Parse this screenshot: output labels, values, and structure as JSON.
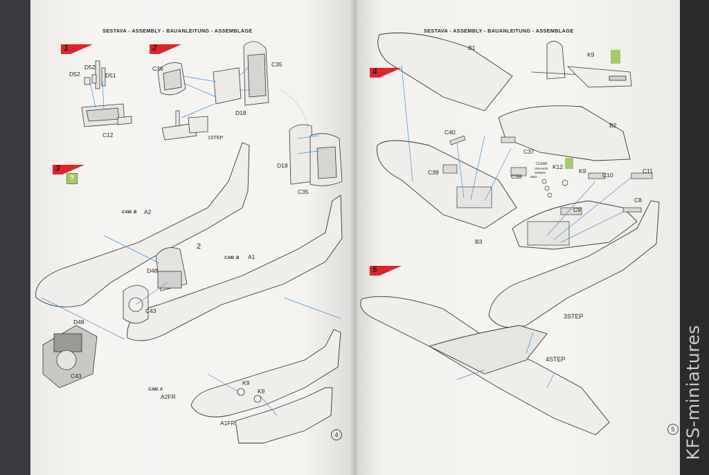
{
  "header": {
    "left": "SESTAVA - ASSEMBLY - BAUANLEITUNG - ASSEMBLAGE",
    "right": "SESTAVA - ASSEMBLY - BAUANLEITUNG - ASSEMBLAGE"
  },
  "steps": {
    "s1": "1",
    "s2": "2",
    "s3": "3",
    "s4": "4",
    "s5": "5"
  },
  "subrefs": {
    "step1": "1STEP",
    "step2": "2",
    "step3": "3STEP",
    "step4": "4STEP"
  },
  "parts": {
    "d52a": "D52",
    "d52b": "D52",
    "d51": "D51",
    "c12": "C12",
    "c36": "C36",
    "c35a": "C35",
    "d18a": "D18",
    "d18b": "D18",
    "c35b": "C35",
    "a2": "A2",
    "cam_b_a2": "CAM. B",
    "a1": "A1",
    "cam_b_a1": "CAM. B",
    "d48a": "D48",
    "c43a": "C43",
    "d48b": "D48",
    "c43b": "C43",
    "cam_a": "CAM. A",
    "a2fr": "A2FR",
    "k9a": "K9",
    "k9b": "K9",
    "a1fr": "A1FR",
    "b1": "B1",
    "k9c": "K9",
    "b2": "B2",
    "c40": "C40",
    "c37": "C37",
    "c39": "C39",
    "c38": "C38",
    "k12": "K12",
    "k9d": "K9",
    "c10": "C10",
    "c11": "C11",
    "c9": "C9",
    "c8": "C8",
    "b3": "B3",
    "clear": "CLEAR",
    "orange": "ORANGE",
    "green": "GREEN",
    "red": "RED"
  },
  "page_numbers": {
    "left": "4",
    "right": "5"
  },
  "watermark": "KFS-miniatures",
  "colors": {
    "flag_red": "#e0222a",
    "highlight_green": "#a8c86a",
    "line_blue": "#3c8fd6"
  }
}
